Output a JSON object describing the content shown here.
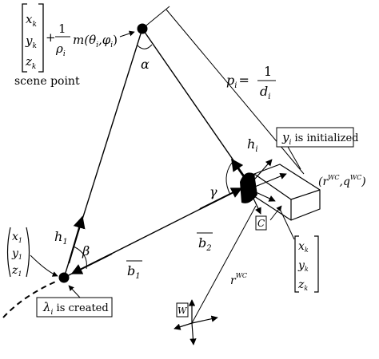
{
  "scene_point": {
    "vector": [
      "x",
      "y",
      "z"
    ],
    "vector_subscript": "k",
    "plus": "+",
    "frac_num": "1",
    "frac_den": "ρ",
    "frac_den_sub": "i",
    "func": "m(θ",
    "func_sub1": "i",
    "func_mid": ",φ",
    "func_sub2": "i",
    "func_close": ")",
    "caption": "scene point"
  },
  "angles": {
    "alpha": "α",
    "beta": "β",
    "gamma": "γ"
  },
  "distance": {
    "p": "p",
    "p_sub": "i",
    "equals": "=",
    "num": "1",
    "den": "d",
    "den_sub": "i"
  },
  "rays": {
    "h": "h",
    "h_sub": "i",
    "b": "b",
    "b1_sub": "1",
    "b2_sub": "2"
  },
  "callouts": {
    "y": "y",
    "y_sub": "i",
    "y_text": " is initialized",
    "lambda": "λ",
    "lambda_sub": "i",
    "lambda_text": " is created"
  },
  "camera_pose": {
    "r": "(r",
    "r_sup": "WC",
    "q": ",q",
    "q_sup": "WC",
    "close": ")"
  },
  "left_vector": {
    "entries": [
      "x",
      "y",
      "z"
    ],
    "subscript": "1"
  },
  "right_vector": {
    "entries": [
      "x",
      "y",
      "z"
    ],
    "subscript": "k"
  },
  "frames": {
    "c": "C",
    "w": "W",
    "r": "r",
    "r_sup": "WC"
  }
}
